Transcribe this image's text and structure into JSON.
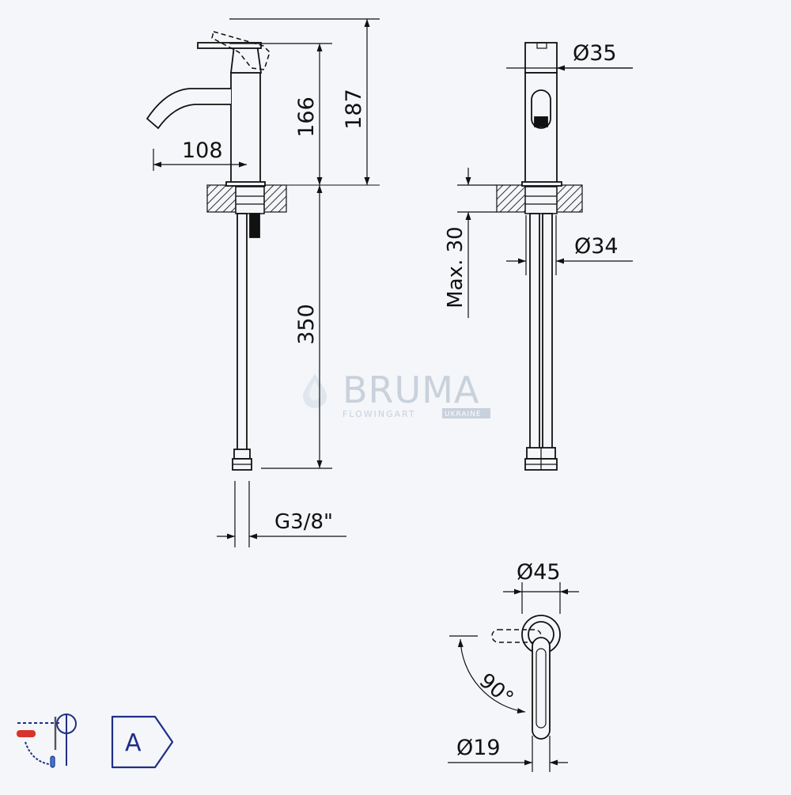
{
  "dimensions": {
    "spout_reach": "108",
    "height_to_spout": "166",
    "total_height": "187",
    "hose_length": "350",
    "thread": "G3/8\"",
    "body_diameter": "Ø35",
    "mount_diameter": "Ø34",
    "max_thickness": "Max. 30",
    "base_diameter": "Ø45",
    "handle_diameter": "Ø19",
    "rotation_angle": "90°"
  },
  "watermark": {
    "brand": "BRUMA",
    "tagline": "FLOWINGART",
    "region": "UKRAINE"
  },
  "energy_badge": {
    "letter": "A"
  },
  "colors": {
    "background": "#f4f6f9",
    "line": "#111111",
    "watermark": "#c9d1dc",
    "badge": "#1f2f86",
    "hot": "#d9342b",
    "cold": "#3a7bd5"
  },
  "icons": [
    "single-lever-mixer-icon",
    "energy-class-badge-icon"
  ]
}
